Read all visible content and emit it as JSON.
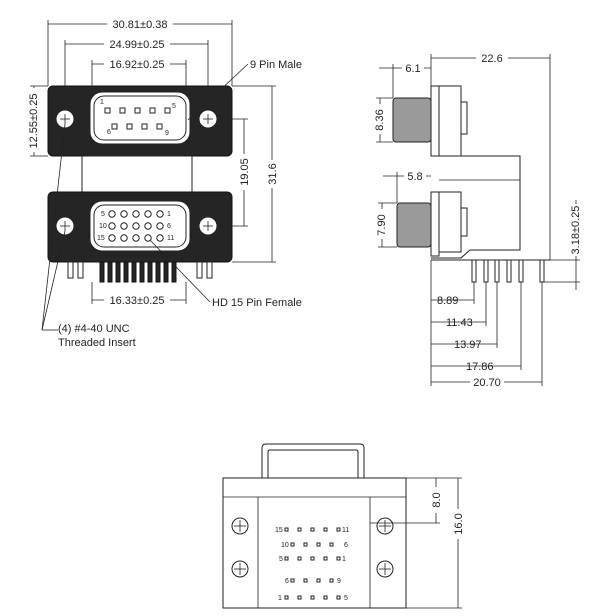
{
  "front_view": {
    "dim_overall_width": "30.81±0.38",
    "dim_mount_hole_pitch": "24.99±0.25",
    "dim_top_shell_width": "16.92±0.25",
    "dim_bottom_shell_width": "16.33±0.25",
    "dim_top_height": "12.55±0.25",
    "dim_port_spacing": "19.05",
    "dim_overall_height": "31.6",
    "label_top_port": "9 Pin Male",
    "label_bottom_port": "HD 15 Pin Female",
    "label_insert_line1": "(4) #4-40 UNC",
    "label_insert_line2": "Threaded Insert",
    "top_pins": [
      "1",
      "5",
      "6",
      "9"
    ],
    "bottom_pins": [
      "5",
      "1",
      "10",
      "6",
      "15",
      "11"
    ]
  },
  "side_view": {
    "dim_depth": "22.6",
    "dim_top_protrusion": "6.1",
    "dim_top_height": "8.36",
    "dim_bottom_protrusion": "5.8",
    "dim_bottom_height": "7.90",
    "dim_pin_height": "3.18±0.25",
    "dim_pin_1": "8.89",
    "dim_pin_2": "11.43",
    "dim_pin_3": "13.97",
    "dim_pin_4": "17.86",
    "dim_pin_5": "20.70"
  },
  "bottom_view": {
    "dim_offset": "8.0",
    "dim_height": "16.0",
    "pins": [
      "15",
      "11",
      "10",
      "6",
      "5",
      "1",
      "6",
      "9",
      "1",
      "5"
    ]
  }
}
